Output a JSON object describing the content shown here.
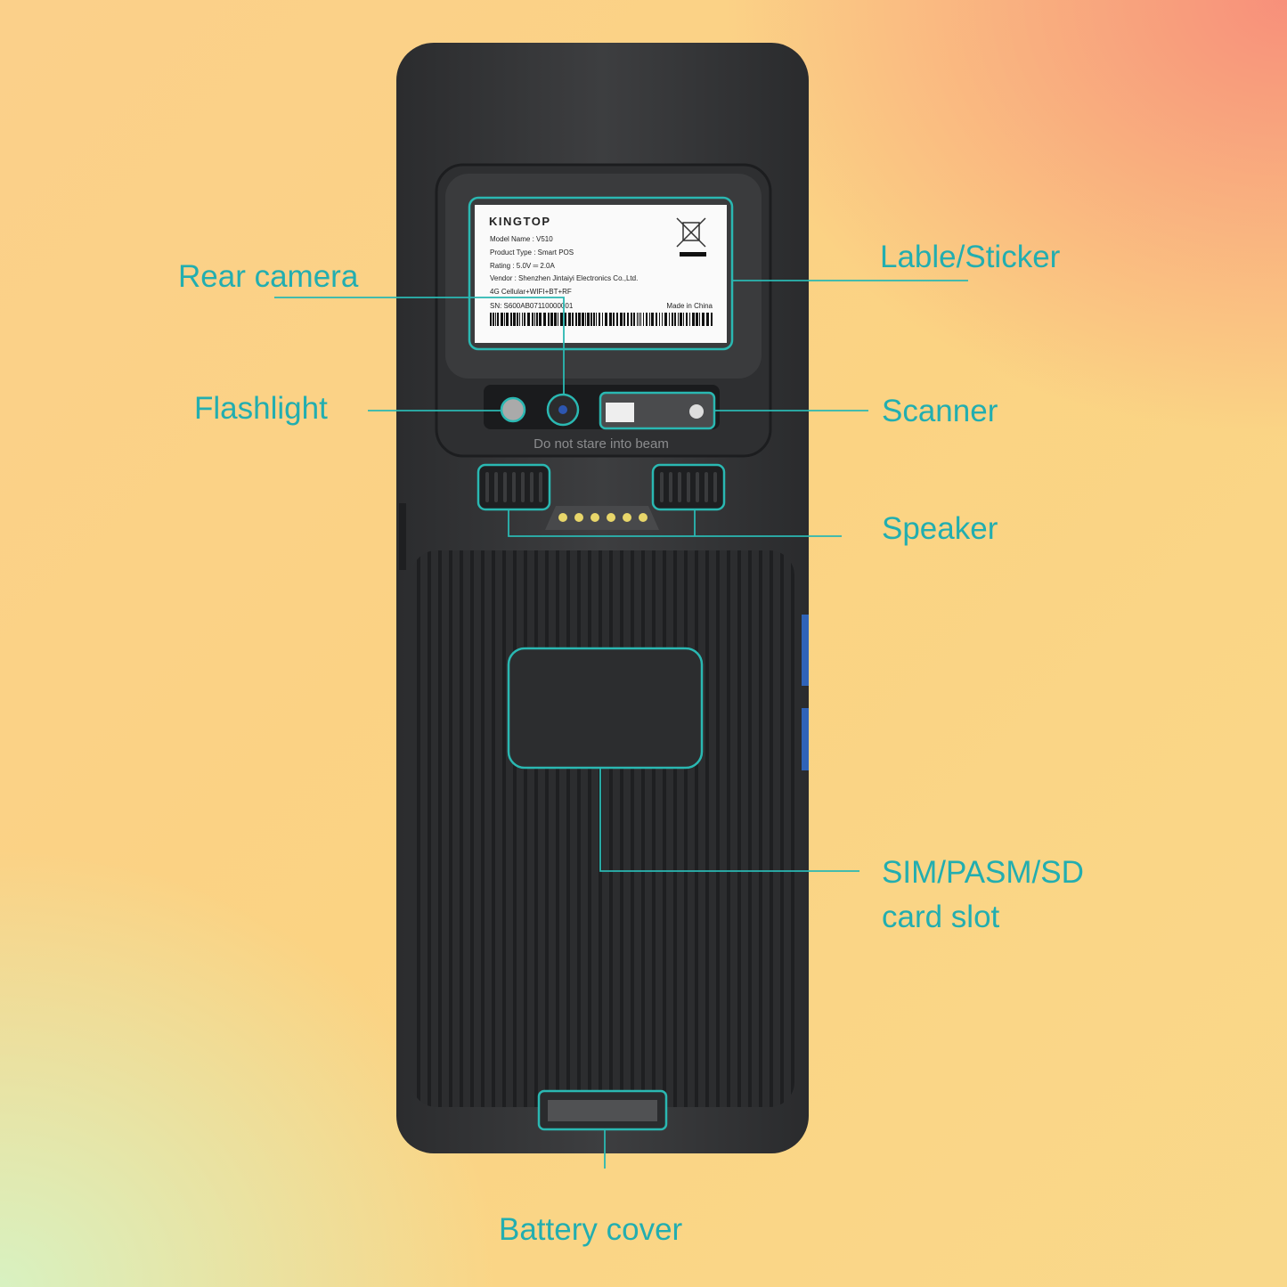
{
  "accent_color": "#2ab8b2",
  "callouts": {
    "rear_camera": "Rear camera",
    "flashlight": "Flashlight",
    "label_sticker": "Lable/Sticker",
    "scanner": "Scanner",
    "speaker": "Speaker",
    "sim_slot_line1": "SIM/PASM/SD",
    "sim_slot_line2": "card slot",
    "battery_cover": "Battery cover"
  },
  "sticker": {
    "brand": "KINGTOP",
    "model": "Model Name :  V510",
    "product_type": "Product Type : Smart POS",
    "rating": "Rating : 5.0V ═ 2.0A",
    "vendor": "Vendor : Shenzhen Jintaiyi Electronics Co.,Ltd.",
    "connectivity": "4G Cellular+WIFI+BT+RF",
    "sn": "SN: S600AB07110000001",
    "origin": "Made in China",
    "icon": "weee-crossed-bin-icon"
  },
  "warning_text": "Do not stare into beam"
}
